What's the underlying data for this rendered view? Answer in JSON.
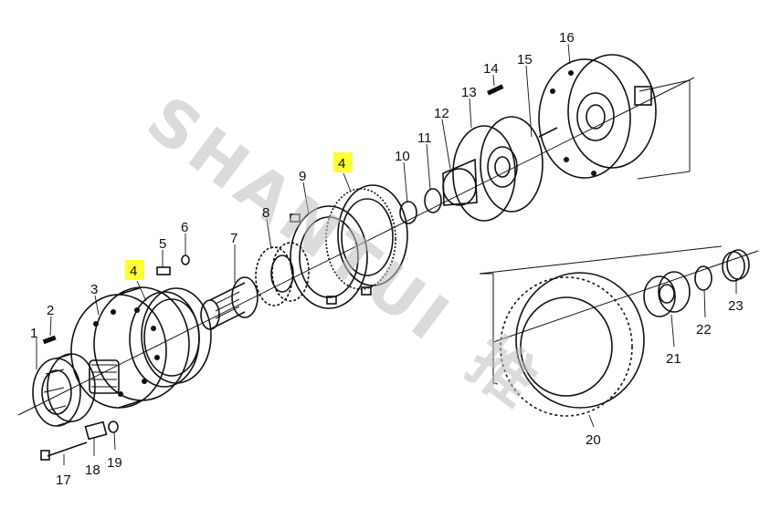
{
  "watermark": {
    "text": "SHANTUI",
    "suffix": "推",
    "color": "#bfbfbf",
    "accent_color": "#f0b070"
  },
  "highlight_color": "#ffff33",
  "callouts": {
    "c1": "1",
    "c2": "2",
    "c3": "3",
    "c4a": "4",
    "c4b": "4",
    "c5": "5",
    "c6": "6",
    "c7": "7",
    "c8": "8",
    "c9": "9",
    "c10": "10",
    "c11": "11",
    "c12": "12",
    "c13": "13",
    "c14": "14",
    "c15": "15",
    "c16": "16",
    "c17": "17",
    "c18": "18",
    "c19": "19",
    "c20": "20",
    "c21": "21",
    "c22": "22",
    "c23": "23"
  }
}
